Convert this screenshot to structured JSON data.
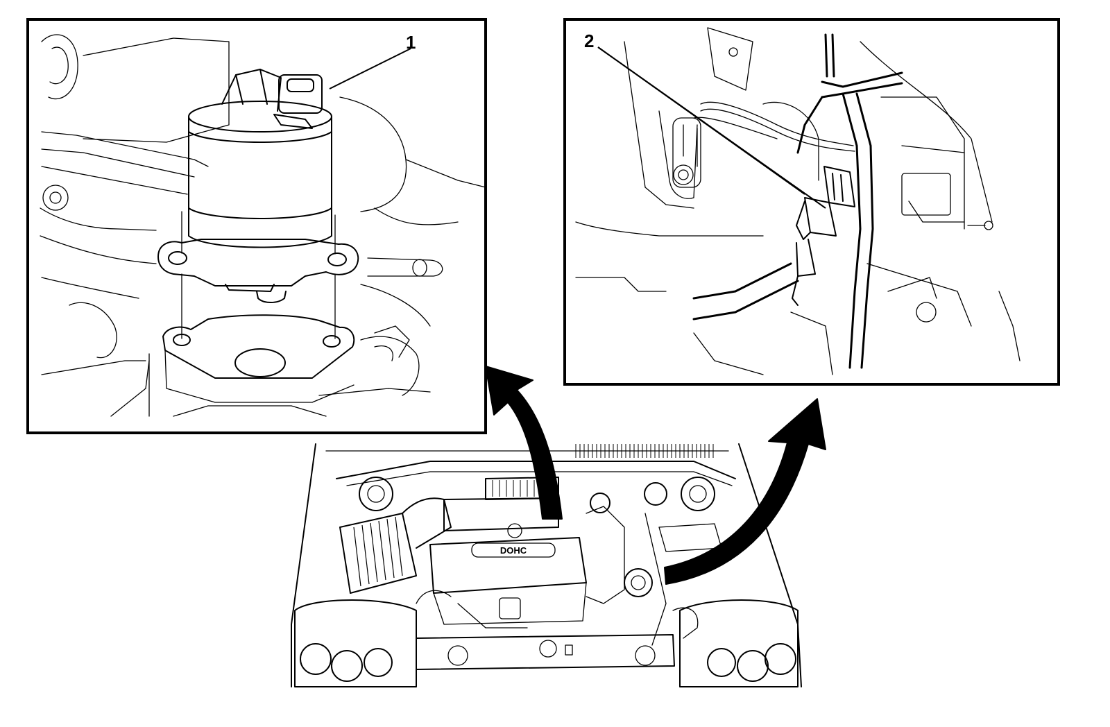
{
  "callouts": {
    "egr_valve": "1",
    "egr_connector": "2"
  },
  "engine_cover_text": "DOHC",
  "colors": {
    "line": "#000000",
    "background": "#ffffff",
    "arrow_fill": "#000000"
  }
}
